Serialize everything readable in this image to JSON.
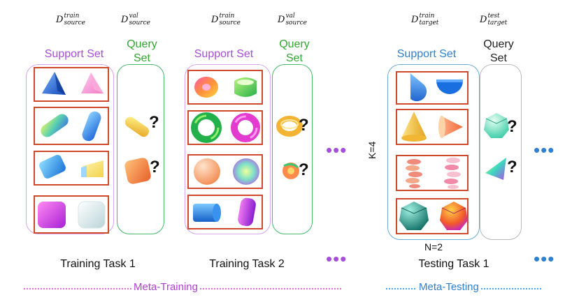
{
  "columns": [
    {
      "support_label": {
        "base": "D",
        "sup": "train",
        "sub": "source"
      },
      "query_label": {
        "base": "D",
        "sup": "val",
        "sub": "source"
      },
      "support_set": "Support Set",
      "query_set_line1": "Query",
      "query_set_line2": "Set",
      "task": "Training Task 1"
    },
    {
      "support_label": {
        "base": "D",
        "sup": "train",
        "sub": "source"
      },
      "query_label": {
        "base": "D",
        "sup": "val",
        "sub": "source"
      },
      "support_set": "Support Set",
      "query_set_line1": "Query",
      "query_set_line2": "Set",
      "task": "Training Task 2"
    },
    {
      "support_label": {
        "base": "D",
        "sup": "train",
        "sub": "target"
      },
      "query_label": {
        "base": "D",
        "sup": "test",
        "sub": "target"
      },
      "support_set": "Support Set",
      "query_set_line1": "Query",
      "query_set_line2": "Set",
      "task": "Testing Task 1"
    }
  ],
  "question_mark": "?",
  "ellipsis": "•••",
  "k_label": "K=4",
  "n_label": "N=2",
  "phases": {
    "training": "Meta-Training",
    "testing": "Meta-Testing"
  },
  "colors": {
    "training_accent": "#a64dd9",
    "query_training": "#33a633",
    "testing_accent": "#2f80d0",
    "pair_border": "#d1492c"
  },
  "shapes": {
    "task1_support": [
      "pyramid",
      "pyramid",
      "capsule",
      "capsule",
      "rounded-prism",
      "rounded-prism",
      "rounded-cube",
      "rounded-cube"
    ],
    "task1_query": [
      "capsule",
      "rounded-cube"
    ],
    "task2_support": [
      "twisted-torus",
      "twisted-torus",
      "torus",
      "torus",
      "sphere",
      "sphere",
      "cylinder",
      "cylinder"
    ],
    "task2_query": [
      "torus",
      "twisted-torus"
    ],
    "test_support": [
      "half-cylinder",
      "half-cylinder",
      "cone",
      "cone",
      "spiral",
      "spiral",
      "icosphere",
      "icosphere"
    ],
    "test_query": [
      "icosphere",
      "cone"
    ]
  }
}
